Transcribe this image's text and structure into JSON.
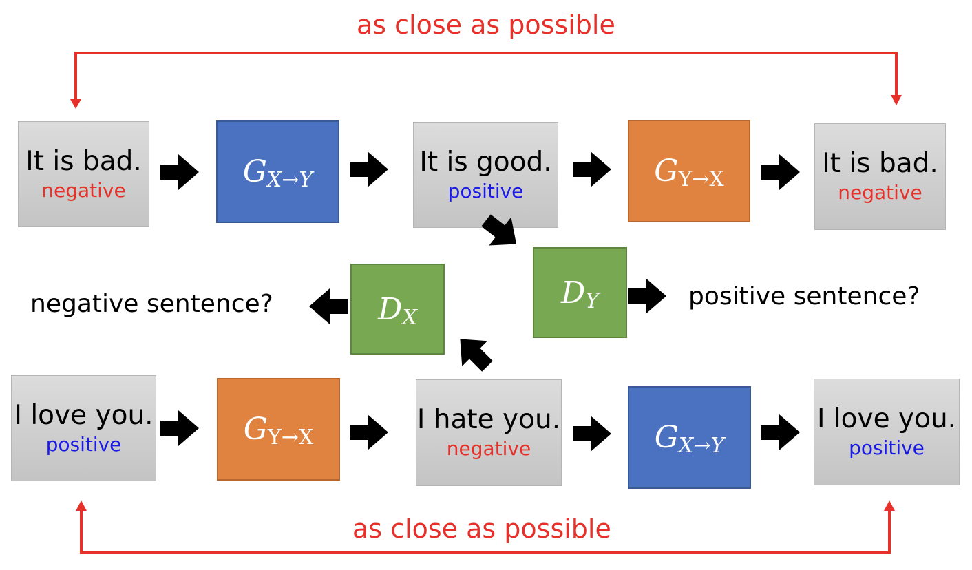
{
  "captions": {
    "top": "as close as possible",
    "bottom": "as close as possible"
  },
  "top_row": {
    "input": {
      "text": "It is bad.",
      "label": "negative"
    },
    "generator1": {
      "name": "G",
      "sub": "X→Y"
    },
    "middle": {
      "text": "It is good.",
      "label": "positive"
    },
    "generator2": {
      "name": "G",
      "sub": "Y→X"
    },
    "output": {
      "text": "It is bad.",
      "label": "negative"
    }
  },
  "bottom_row": {
    "input": {
      "text": "I love you.",
      "label": "positive"
    },
    "generator1": {
      "name": "G",
      "sub": "Y→X"
    },
    "middle": {
      "text": "I hate you.",
      "label": "negative"
    },
    "generator2": {
      "name": "G",
      "sub": "X→Y"
    },
    "output": {
      "text": "I love you.",
      "label": "positive"
    }
  },
  "discriminators": {
    "dx": {
      "name": "D",
      "sub": "X",
      "question": "negative sentence?"
    },
    "dy": {
      "name": "D",
      "sub": "Y",
      "question": "positive sentence?"
    }
  },
  "colors": {
    "caption_red": "#e8302a",
    "negative": "#e8302a",
    "positive": "#1a1ae6",
    "generator_blue": "#4a72c0",
    "generator_orange": "#e08240",
    "discriminator_green": "#78a851",
    "sentence_gray": "#d0d0d0"
  }
}
